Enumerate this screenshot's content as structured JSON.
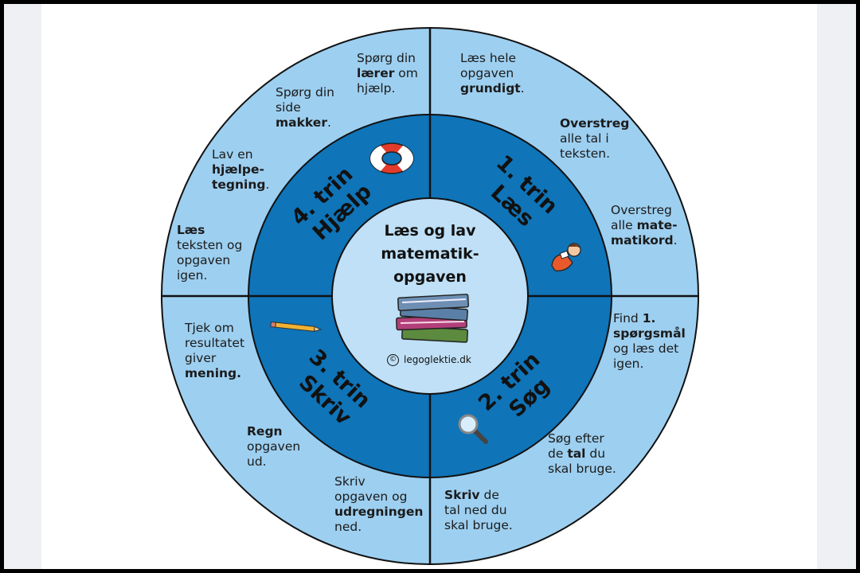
{
  "center": {
    "title_lines": [
      "Læs og lav",
      "matematik-",
      "opgaven"
    ],
    "credit": "legoglektie.dk",
    "copyright_symbol": "©"
  },
  "steps": [
    {
      "num": "1. trin",
      "name": "Læs",
      "icon": "reading-person-icon"
    },
    {
      "num": "2. trin",
      "name": "Søg",
      "icon": "magnifier-icon"
    },
    {
      "num": "3. trin",
      "name": "Skriv",
      "icon": "pencil-icon"
    },
    {
      "num": "4. trin",
      "name": "Hjælp",
      "icon": "lifebuoy-icon"
    }
  ],
  "tips": {
    "t1": {
      "parts": [
        [
          "Læs hele",
          false
        ],
        [
          "\nopgaven",
          false
        ],
        [
          "\ngrundigt",
          true
        ],
        [
          ".",
          false
        ]
      ]
    },
    "t2": {
      "parts": [
        [
          "Overstreg",
          true
        ],
        [
          "\nalle tal i\nteksten.",
          false
        ]
      ]
    },
    "t3": {
      "parts": [
        [
          "Overstreg\nalle ",
          false
        ],
        [
          "mate-\nmatikord",
          true
        ],
        [
          ".",
          false
        ]
      ]
    },
    "t4": {
      "parts": [
        [
          "Find ",
          false
        ],
        [
          "1.\nspørgsmål",
          true
        ],
        [
          "\nog læs det\nigen.",
          false
        ]
      ]
    },
    "t5": {
      "parts": [
        [
          "Søg efter\nde ",
          false
        ],
        [
          "tal",
          true
        ],
        [
          " du\nskal bruge.",
          false
        ]
      ]
    },
    "t6": {
      "parts": [
        [
          "Skriv",
          true
        ],
        [
          " de\ntal ned du\nskal bruge.",
          false
        ]
      ]
    },
    "t7": {
      "parts": [
        [
          "Skriv\nopgaven og\n",
          false
        ],
        [
          "udregningen",
          true
        ],
        [
          "\nned.",
          false
        ]
      ]
    },
    "t8": {
      "parts": [
        [
          "Regn",
          true
        ],
        [
          "\nopgaven\nud.",
          false
        ]
      ]
    },
    "t9": {
      "parts": [
        [
          "Tjek om\nresultatet\ngiver\n",
          false
        ],
        [
          "mening.",
          true
        ]
      ]
    },
    "t10": {
      "parts": [
        [
          "Læs",
          true
        ],
        [
          "\nteksten og\nopgaven\nigen.",
          false
        ]
      ]
    },
    "t11": {
      "parts": [
        [
          "Lav en\n",
          false
        ],
        [
          "hjælpe-\ntegning",
          true
        ],
        [
          ".",
          false
        ]
      ]
    },
    "t12": {
      "parts": [
        [
          "Spørg din\nside\n",
          false
        ],
        [
          "makker",
          true
        ],
        [
          ".",
          false
        ]
      ]
    },
    "t13": {
      "parts": [
        [
          "Spørg din\n",
          false
        ],
        [
          "lærer",
          true
        ],
        [
          " om\nhjælp.",
          false
        ]
      ]
    }
  },
  "colors": {
    "outer_ring": "#9dcff0",
    "inner_ring": "#0f74b8",
    "center": "#bfe0f6",
    "lines": "#111111"
  }
}
